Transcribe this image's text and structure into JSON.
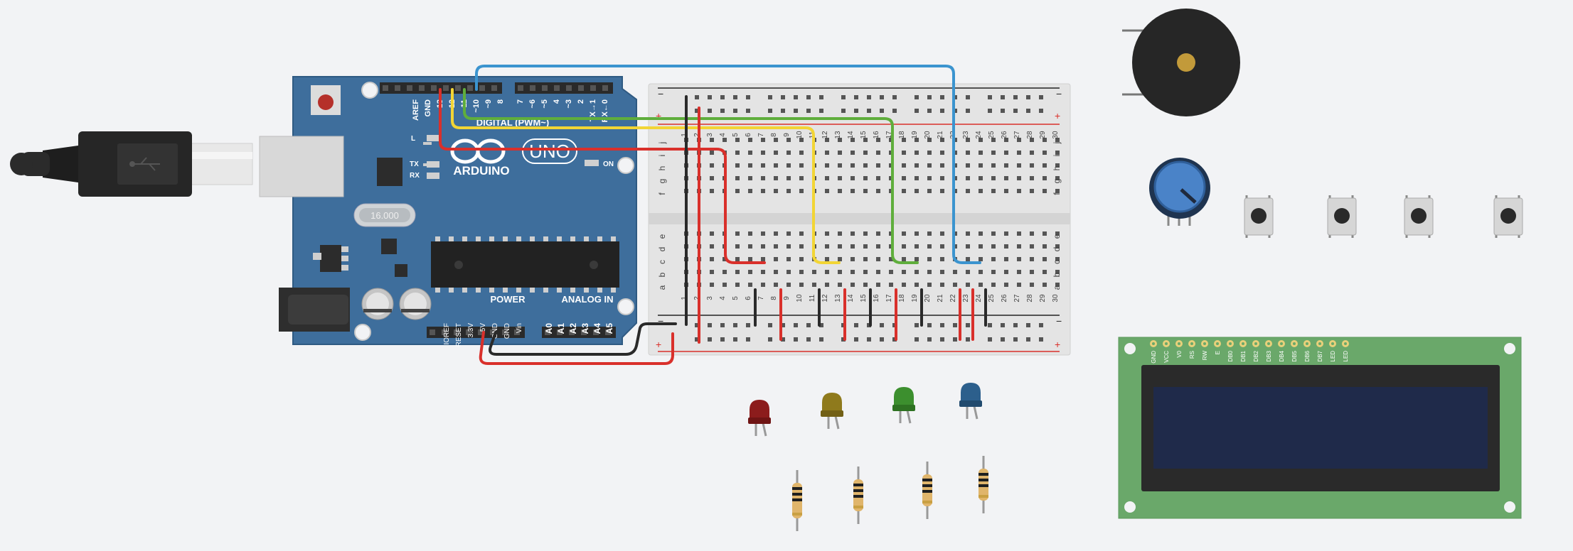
{
  "arduino": {
    "brand": "ARDUINO",
    "model": "UNO",
    "digital_label": "DIGITAL (PWM~)",
    "power_label": "POWER",
    "analog_label": "ANALOG IN",
    "on_label": "ON",
    "l_label": "L",
    "tx_label": "TX",
    "rx_label": "RX",
    "crystal_label": "16.000",
    "digital_pins": [
      "AREF",
      "GND",
      "13",
      "12",
      "~11",
      "~10",
      "~9",
      "8",
      "7",
      "~6",
      "~5",
      "4",
      "~3",
      "2",
      "TX→1",
      "RX←0"
    ],
    "power_pins": [
      "IOREF",
      "RESET",
      "3.3V",
      "5V",
      "GND",
      "GND",
      "Vin"
    ],
    "analog_pins": [
      "A0",
      "A1",
      "A2",
      "A3",
      "A4",
      "A5"
    ]
  },
  "breadboard": {
    "columns": [
      "1",
      "2",
      "3",
      "4",
      "5",
      "6",
      "7",
      "8",
      "9",
      "10",
      "11",
      "12",
      "13",
      "14",
      "15",
      "16",
      "17",
      "18",
      "19",
      "20",
      "21",
      "22",
      "23",
      "24",
      "25",
      "26",
      "27",
      "28",
      "29",
      "30"
    ],
    "rows_top": [
      "j",
      "i",
      "h",
      "g",
      "f"
    ],
    "rows_bottom": [
      "e",
      "d",
      "c",
      "b",
      "a"
    ],
    "rail_minus": "−",
    "rail_plus": "+"
  },
  "lcd": {
    "pins": [
      "GND",
      "VCC",
      "V0",
      "RS",
      "RW",
      "E",
      "DB0",
      "DB1",
      "DB2",
      "DB3",
      "DB4",
      "DB5",
      "DB6",
      "DB7",
      "LED",
      "LED"
    ]
  },
  "colors": {
    "background": "#f2f3f5",
    "arduino_board": "#3e6e9c",
    "wire_red": "#d9302b",
    "wire_black": "#2a2a2a",
    "wire_yellow": "#f2d535",
    "wire_green": "#5fae3c",
    "wire_blue": "#3b94cf",
    "led_red": "#8c1c1c",
    "led_yellow": "#8f7a1c",
    "led_green": "#3c8f2e",
    "led_blue": "#2c5f8c",
    "lcd_pcb": "#6aa86a",
    "lcd_screen": "#1f2a4a"
  },
  "components": [
    "usb-cable",
    "arduino-uno",
    "breadboard",
    "piezo-buzzer",
    "potentiometer",
    "pushbutton",
    "pushbutton",
    "pushbutton",
    "pushbutton",
    "led-red",
    "led-yellow",
    "led-green",
    "led-blue",
    "resistor",
    "resistor",
    "resistor",
    "resistor",
    "lcd-16x2"
  ]
}
